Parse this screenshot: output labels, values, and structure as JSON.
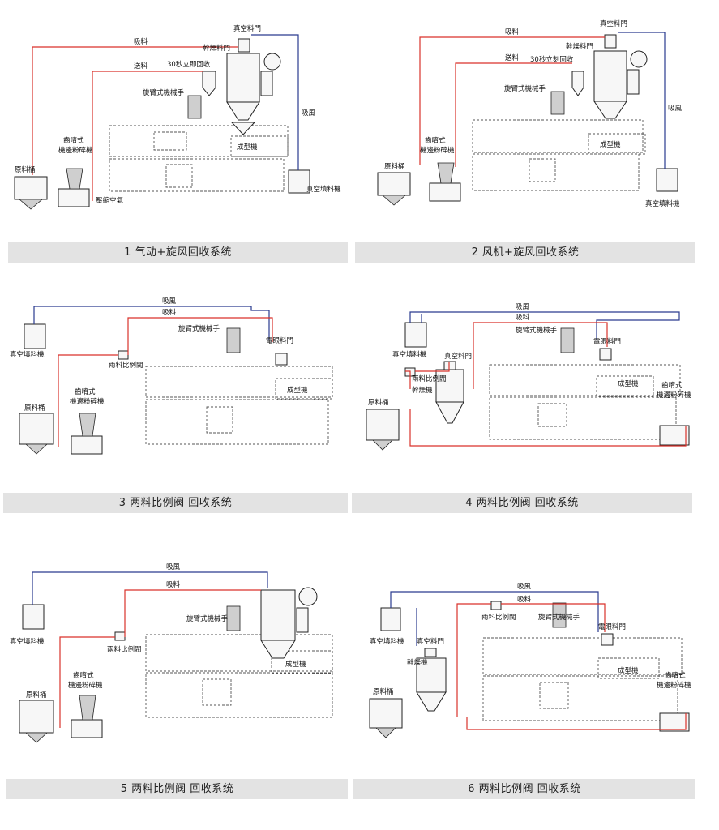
{
  "panels": [
    {
      "caption": "1 气动+旋风回收系统",
      "labels": {
        "suction_material": "吸料",
        "feed_material": "送料",
        "vacuum_hopper": "真空料門",
        "dryer_hopper": "幹燥料門",
        "recovery_30s": "30秒立即回收",
        "swing_arm_robot": "旋臂式機械手",
        "raw_material_bin": "原料桶",
        "gear_grinder_line1": "齒唷式",
        "gear_grinder_line2": "機邊粉碎機",
        "compressed_air": "壓縮空氣",
        "suction_air": "吸風",
        "molding_machine": "成型機",
        "vacuum_loader": "真空填料機"
      }
    },
    {
      "caption": "2 风机+旋风回收系统",
      "labels": {
        "suction_material": "吸料",
        "feed_material": "送料",
        "vacuum_hopper": "真空料門",
        "dryer_hopper": "幹燥料門",
        "recovery_30s": "30秒立刻回收",
        "swing_arm_robot": "旋臂式機械手",
        "raw_material_bin": "原料桶",
        "gear_grinder_line1": "齒唷式",
        "gear_grinder_line2": "機邊粉碎機",
        "suction_air": "吸風",
        "molding_machine": "成型機",
        "vacuum_loader": "真空填料機"
      }
    },
    {
      "caption": "3 两料比例阀 回收系统",
      "labels": {
        "suction_air": "吸風",
        "suction_material": "吸料",
        "vacuum_loader": "真空填料機",
        "swing_arm_robot": "旋臂式機械手",
        "electric_eye_hopper": "電眼料門",
        "proportional_valve": "兩料比例閥",
        "gear_grinder_line1": "齒唷式",
        "gear_grinder_line2": "機邊粉碎機",
        "raw_material_bin": "原料桶",
        "molding_machine": "成型機"
      }
    },
    {
      "caption": "4 两料比例阀 回收系统",
      "labels": {
        "suction_air": "吸風",
        "suction_material": "吸料",
        "vacuum_loader": "真空填料機",
        "vacuum_hopper": "真空料門",
        "swing_arm_robot": "旋臂式機械手",
        "electric_eye_hopper": "電眼料門",
        "proportional_valve": "兩料比例閥",
        "dryer": "幹燥機",
        "raw_material_bin": "原料桶",
        "molding_machine": "成型機",
        "gear_grinder_line1": "齒唷式",
        "gear_grinder_line2": "機邊粉碎機"
      }
    },
    {
      "caption": "5 两料比例阀 回收系统",
      "labels": {
        "suction_air": "吸風",
        "suction_material": "吸料",
        "vacuum_loader": "真空填料機",
        "swing_arm_robot": "旋臂式機械手",
        "proportional_valve": "兩料比例閥",
        "gear_grinder_line1": "齒唷式",
        "gear_grinder_line2": "機邊粉碎機",
        "raw_material_bin": "原料桶",
        "molding_machine": "成型機"
      }
    },
    {
      "caption": "6 两料比例阀 回收系统",
      "labels": {
        "suction_air": "吸風",
        "suction_material": "吸料",
        "vacuum_loader": "真空填料機",
        "proportional_valve": "兩料比例閥",
        "swing_arm_robot": "旋臂式機械手",
        "electric_eye_hopper": "電眼料門",
        "vacuum_hopper": "真空料門",
        "dryer": "幹燥機",
        "molding_machine": "成型機",
        "raw_material_bin": "原料桶",
        "gear_grinder_line1": "齒唷式",
        "gear_grinder_line2": "機邊粉碎機"
      }
    }
  ],
  "colors": {
    "suction_line": "#d9322b",
    "air_line": "#2a3b8f",
    "caption_bg": "#e3e3e3"
  }
}
